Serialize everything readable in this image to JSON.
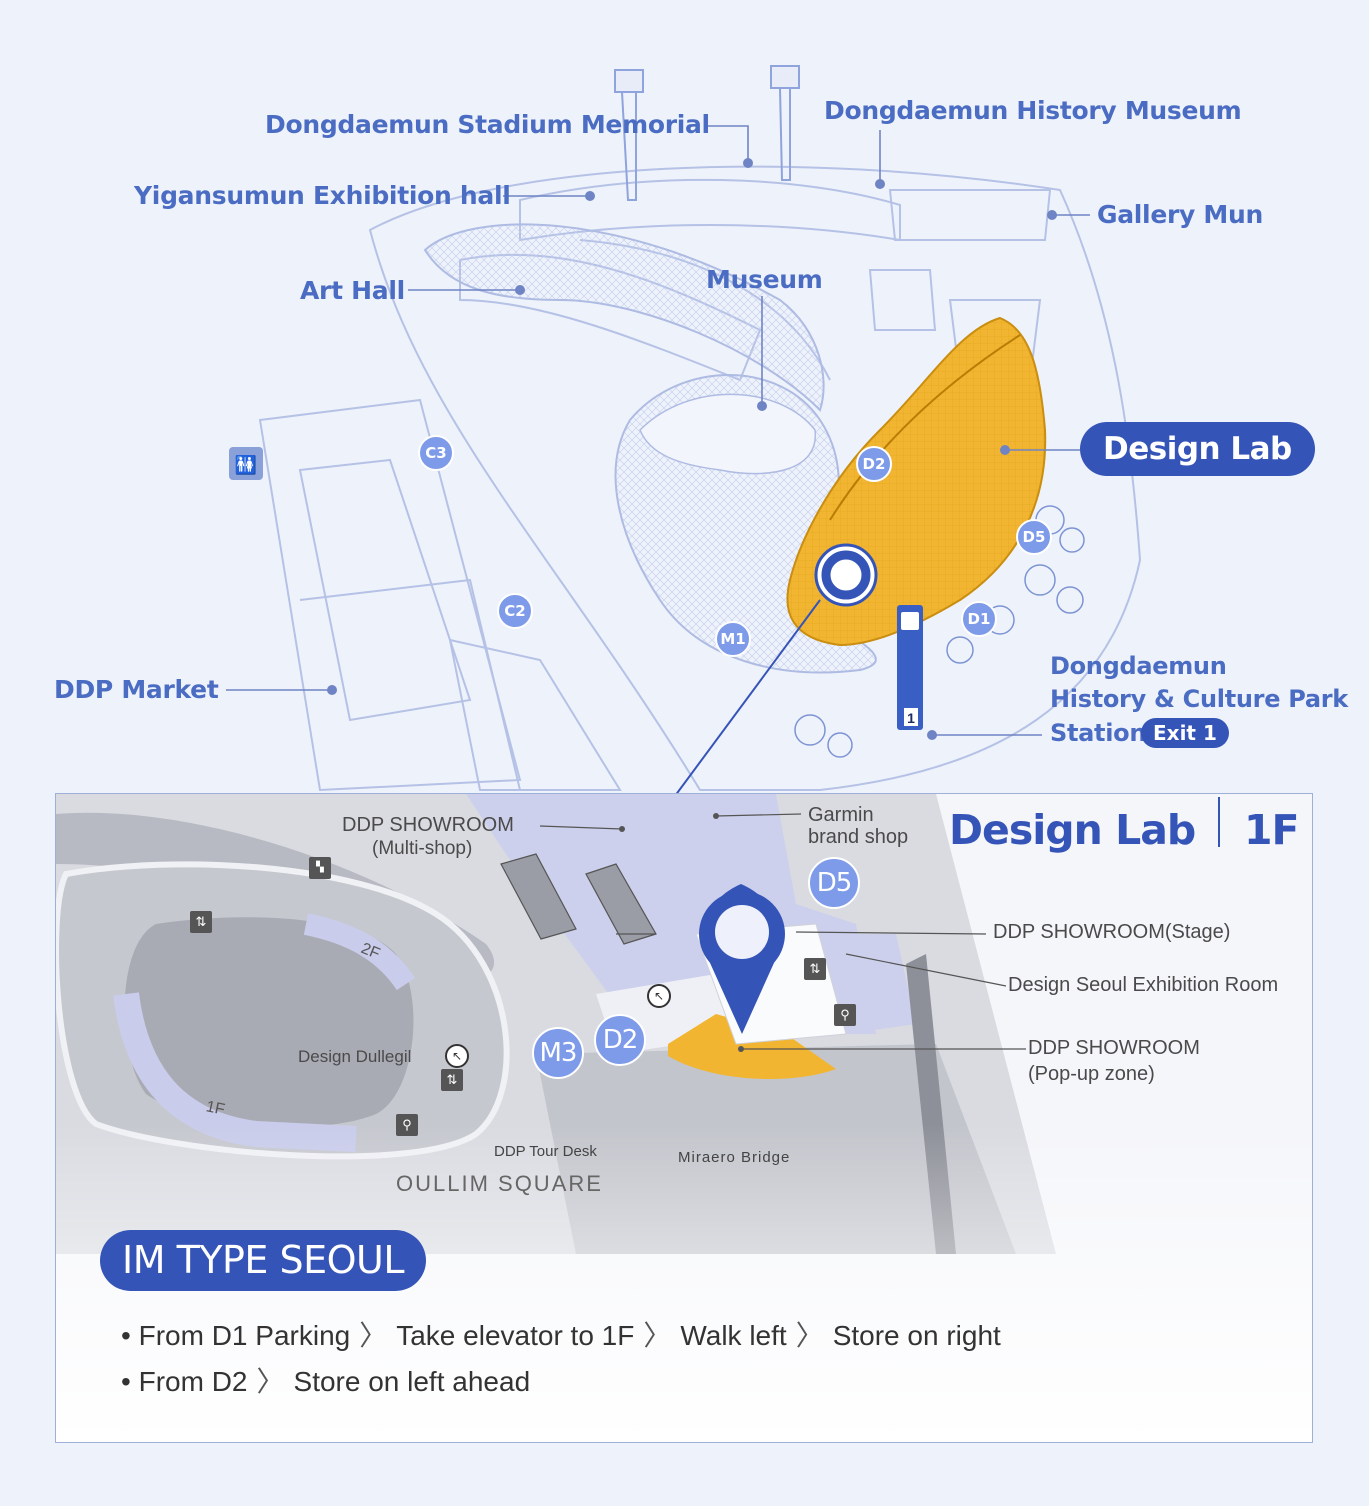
{
  "site_labels": {
    "stadium_memorial": "Dongdaemun Stadium Memorial",
    "history_museum": "Dongdaemun History Museum",
    "yigansumun": "Yigansumun Exhibition hall",
    "gallery_mun": "Gallery Mun",
    "art_hall": "Art Hall",
    "museum": "Museum",
    "design_lab": "Design Lab",
    "ddp_market": "DDP Market",
    "station_line1": "Dongdaemun",
    "station_line2": "History & Culture Park",
    "station_line3": "Station",
    "station_exit": "Exit 1"
  },
  "gates_upper": [
    "C3",
    "C2",
    "M1",
    "D2",
    "D5",
    "D1"
  ],
  "floor_plan": {
    "title": "Design Lab",
    "floor": "1F",
    "labels": {
      "showroom_multi_1": "DDP SHOWROOM",
      "showroom_multi_2": "(Multi-shop)",
      "garmin_1": "Garmin",
      "garmin_2": "brand shop",
      "showroom_stage": "DDP SHOWROOM(Stage)",
      "design_seoul": "Design Seoul Exhibition Room",
      "popup_1": "DDP SHOWROOM",
      "popup_2": "(Pop-up zone)",
      "design_dullegil": "Design Dullegil",
      "tour_desk": "DDP Tour Desk",
      "miraero": "Miraero Bridge",
      "oullim": "OULLIM SQUARE",
      "ramp_2f": "2F",
      "ramp_1f": "1F"
    },
    "gates": {
      "d5": "D5",
      "d2": "D2",
      "m3": "M3"
    }
  },
  "store": {
    "name": "IM TYPE SEOUL",
    "route1": {
      "a": "From D1 Parking",
      "b": "Take elevator to 1F",
      "c": "Walk left",
      "d": "Store on right"
    },
    "route2": {
      "a": "From D2",
      "b": "Store on left ahead"
    }
  },
  "colors": {
    "accent": "#3554b8",
    "highlight": "#f2b531",
    "lavender": "#cdd0ec",
    "line": "#4a6cc2"
  },
  "icons": [
    "restroom-icon",
    "elevator-icon",
    "location-pin-icon",
    "escalator-icon",
    "subway-sign-icon",
    "chevron-right-icon"
  ]
}
